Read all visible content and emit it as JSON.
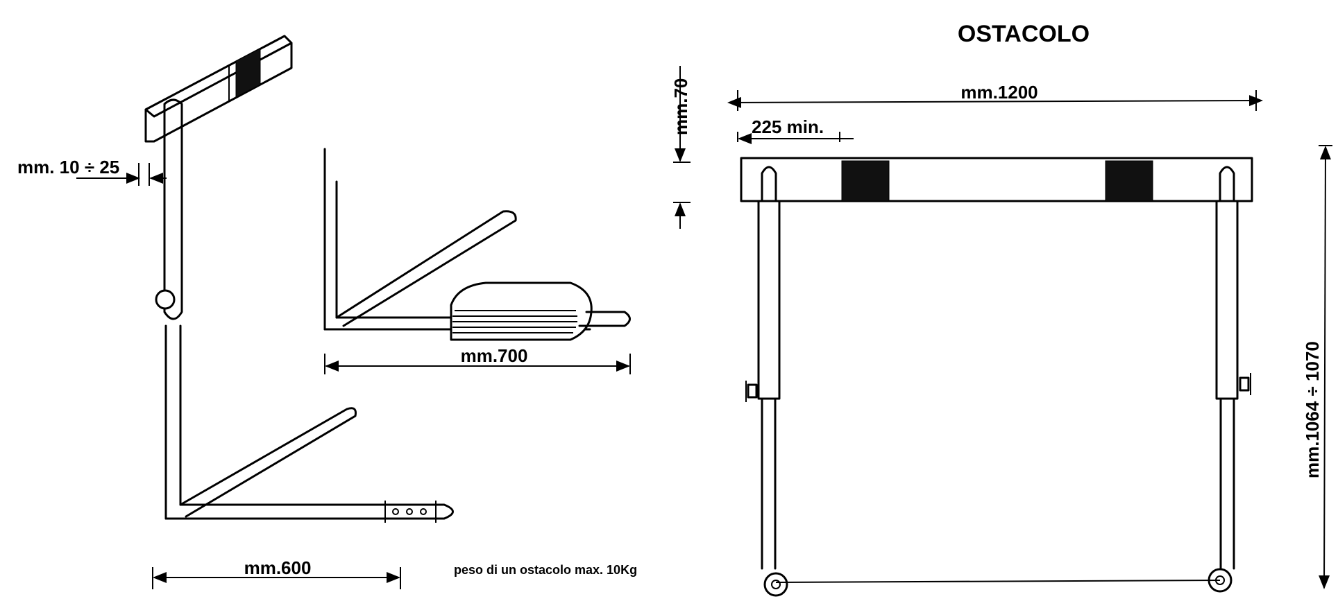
{
  "title": "OSTACOLO",
  "labels": {
    "top_width": "mm.1200",
    "offset_min": "225 min.",
    "bar_height": "mm.70",
    "height_range": "mm.1064 ÷ 1070",
    "tolerance": "mm. 10 ÷ 25",
    "base_length": "mm.700",
    "foot_length": "mm.600",
    "weight_note": "peso di un ostacolo max. 10Kg"
  },
  "colors": {
    "ink": "#000000",
    "paper": "#ffffff",
    "band": "#111111"
  }
}
